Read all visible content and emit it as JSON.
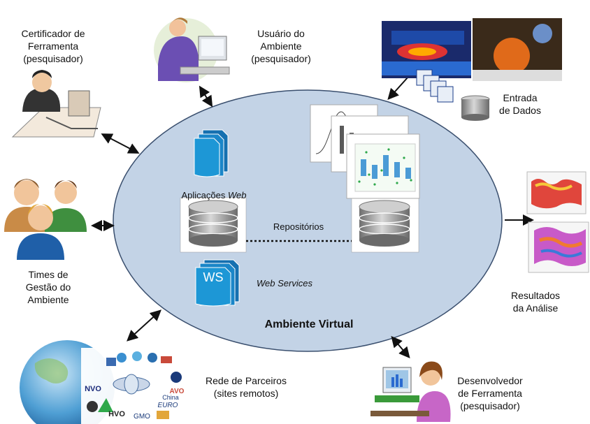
{
  "center": {
    "title": "Ambiente Virtual",
    "web_apps_prefix": "Aplicações ",
    "web_apps_italic": "Web",
    "repositories": "Repositórios",
    "web_services": "Web Services",
    "ws_icon_text": "WS"
  },
  "actors": {
    "certifier": "Certificador de\nFerramenta\n(pesquisador)",
    "user": "Usuário do\nAmbiente\n(pesquisador)",
    "management": "Times de\nGestão do\nAmbiente",
    "partners": "Rede de Parceiros\n(sites remotos)",
    "developer": "Desenvolvedor\nde Ferramenta\n(pesquisador)",
    "data_input": "Entrada\nde Dados",
    "results": "Resultados\nda Análise"
  },
  "partner_logos": [
    "NVO",
    "HVO",
    "AVO",
    "EURO",
    "GMO",
    "China"
  ],
  "colors": {
    "ellipse_fill": "#c3d3e6",
    "ellipse_stroke": "#3a4f6e",
    "doc_blue": "#1d97d6",
    "db_gray": "#8a8a8a"
  }
}
